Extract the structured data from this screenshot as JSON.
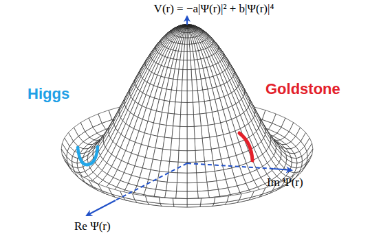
{
  "diagram": {
    "labels": [
      "V(r) = −a|Ψ(r)|² + b|Ψ(r)|⁴",
      "Higgs",
      "Goldstone",
      "Im Ψ(r)",
      "Re Ψ(r)"
    ]
  }
}
